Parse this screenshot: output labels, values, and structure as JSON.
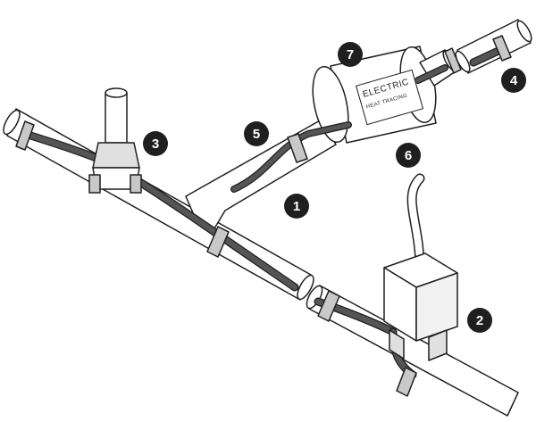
{
  "diagram": {
    "callouts": [
      {
        "id": "1",
        "label": "1"
      },
      {
        "id": "2",
        "label": "2"
      },
      {
        "id": "3",
        "label": "3"
      },
      {
        "id": "4",
        "label": "4"
      },
      {
        "id": "5",
        "label": "5"
      },
      {
        "id": "6",
        "label": "6"
      },
      {
        "id": "7",
        "label": "7"
      }
    ],
    "insulation_label": {
      "line1": "ELECTRIC",
      "line2": "HEAT TRACING"
    },
    "colors": {
      "outline": "#1f1f1f",
      "cable": "#555555",
      "band": "#c8c8c8",
      "pipe": "#ffffff"
    }
  }
}
